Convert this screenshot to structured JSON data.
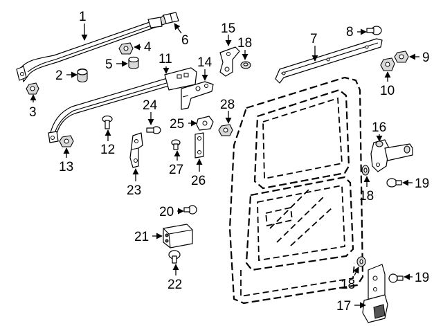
{
  "callouts": [
    "1",
    "2",
    "3",
    "4",
    "5",
    "6",
    "7",
    "8",
    "9",
    "10",
    "11",
    "12",
    "13",
    "14",
    "15",
    "16",
    "17",
    "18",
    "19",
    "20",
    "21",
    "22",
    "23",
    "24",
    "25",
    "26",
    "27",
    "28"
  ],
  "colors": {
    "line": "#000000",
    "background": "#ffffff",
    "part_shade": "#d9d9d9"
  }
}
